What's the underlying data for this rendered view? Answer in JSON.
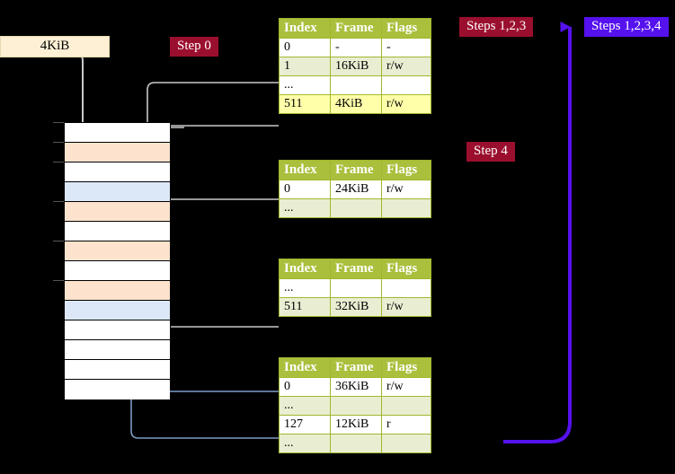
{
  "labels": {
    "size_box": "4KiB",
    "step0": "Step 0",
    "step4": "Step 4",
    "steps123": "Steps 1,2,3",
    "steps1234": "Steps 1,2,3,4"
  },
  "colors": {
    "chip_red": "#9b0f2e",
    "chip_blue": "#5511ee",
    "table_header": "#aabf3c",
    "table_row_tint": "#e9eed2",
    "table_row_highlight": "#ffffaa",
    "memory_orange": "#fde3cd",
    "memory_blue": "#dce8f7",
    "size_box": "#fdf0d5",
    "wire_gray": "#b5b5b5",
    "wire_blue": "#7b9bc4",
    "arrow_blue": "#4a6f9e"
  },
  "tables": [
    {
      "name": "pml4-table",
      "columns": [
        "Index",
        "Frame",
        "Flags"
      ],
      "rows": [
        {
          "style": "white",
          "index": "0",
          "frame": "-",
          "flags": "-"
        },
        {
          "style": "tint",
          "index": "1",
          "frame": "16KiB",
          "flags": "r/w"
        },
        {
          "style": "white",
          "index": "...",
          "frame": "",
          "flags": ""
        },
        {
          "style": "hl",
          "index": "511",
          "frame": "4KiB",
          "flags": "r/w"
        }
      ]
    },
    {
      "name": "pdpt-table",
      "columns": [
        "Index",
        "Frame",
        "Flags"
      ],
      "rows": [
        {
          "style": "white",
          "index": "0",
          "frame": "24KiB",
          "flags": "r/w"
        },
        {
          "style": "tint",
          "index": "...",
          "frame": "",
          "flags": ""
        }
      ]
    },
    {
      "name": "pd-table",
      "columns": [
        "Index",
        "Frame",
        "Flags"
      ],
      "rows": [
        {
          "style": "white",
          "index": "...",
          "frame": "",
          "flags": ""
        },
        {
          "style": "tint",
          "index": "511",
          "frame": "32KiB",
          "flags": "r/w"
        }
      ]
    },
    {
      "name": "pt-table",
      "columns": [
        "Index",
        "Frame",
        "Flags"
      ],
      "rows": [
        {
          "style": "white",
          "index": "0",
          "frame": "36KiB",
          "flags": "r/w"
        },
        {
          "style": "tint",
          "index": "...",
          "frame": "",
          "flags": ""
        },
        {
          "style": "white",
          "index": "127",
          "frame": "12KiB",
          "flags": "r"
        },
        {
          "style": "tint",
          "index": "...",
          "frame": "",
          "flags": ""
        }
      ]
    }
  ],
  "memory_column": {
    "name": "physical-memory-column",
    "rows": [
      {
        "style": "white",
        "tick": true
      },
      {
        "style": "orange",
        "tick": true
      },
      {
        "style": "white",
        "tick": true
      },
      {
        "style": "blue",
        "tick": false
      },
      {
        "style": "orange",
        "tick": true
      },
      {
        "style": "white",
        "tick": false
      },
      {
        "style": "orange",
        "tick": true
      },
      {
        "style": "white",
        "tick": false
      },
      {
        "style": "orange",
        "tick": true
      },
      {
        "style": "blue",
        "tick": false
      },
      {
        "style": "white",
        "tick": false
      },
      {
        "style": "white",
        "tick": false
      },
      {
        "style": "white",
        "tick": false
      },
      {
        "style": "white",
        "tick": false
      }
    ]
  }
}
